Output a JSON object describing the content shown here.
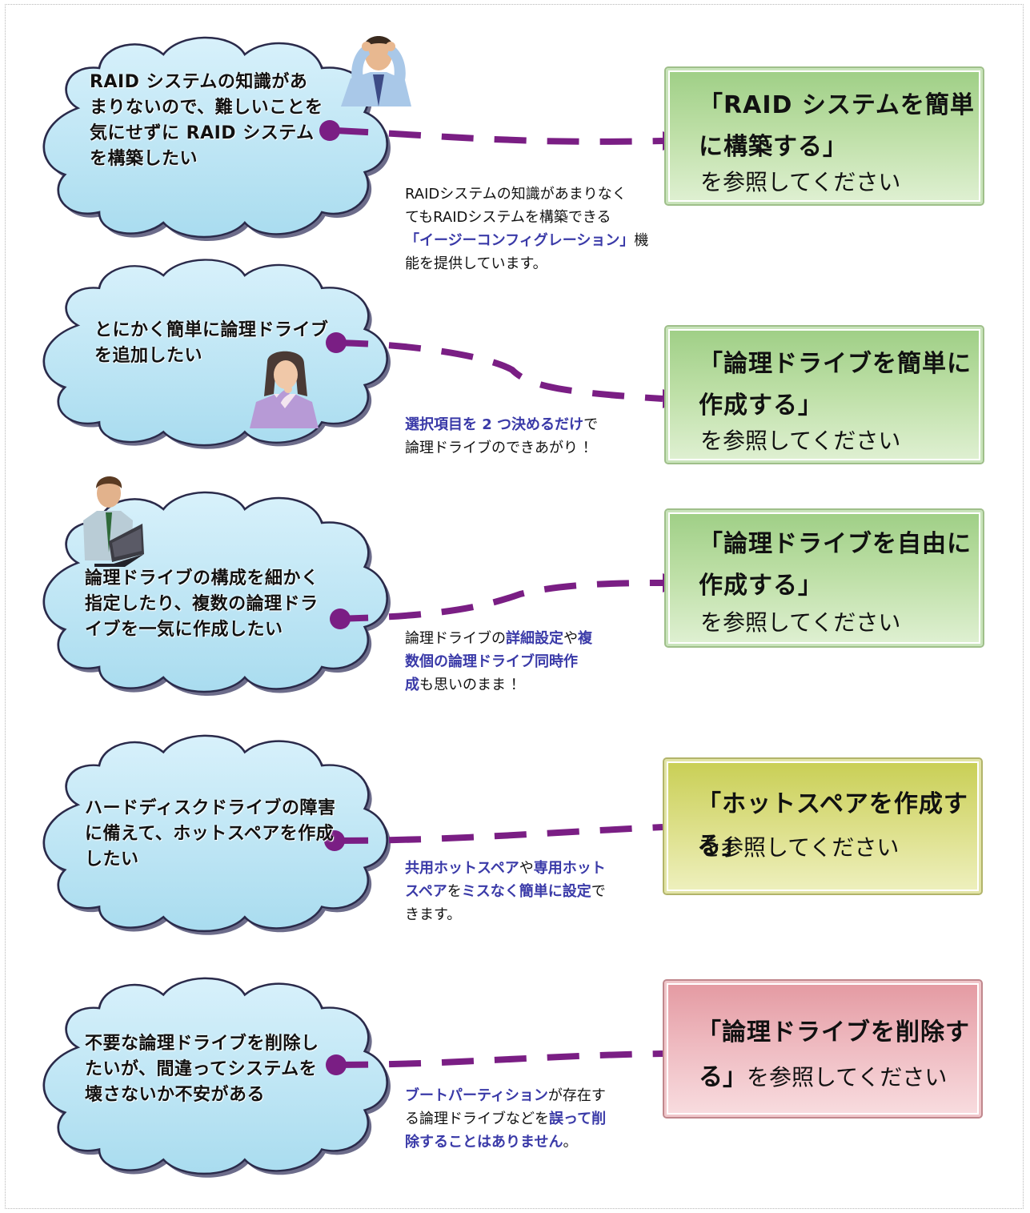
{
  "rows": [
    {
      "question": [
        "RAID システムの知識があ",
        "まりないので、難しいことを",
        "気にせずに RAID システム",
        "を構築したい"
      ],
      "box_title": [
        "「RAID システムを簡単",
        "に構築する」"
      ],
      "box_ref": "を参照してください",
      "desc": [
        [
          {
            "t": "RAIDシステムの知識があまりなく",
            "hl": false
          }
        ],
        [
          {
            "t": "てもRAIDシステムを構築できる",
            "hl": false
          }
        ],
        [
          {
            "t": "「イージーコンフィグレーション」",
            "hl": true
          },
          {
            "t": "機",
            "hl": false
          }
        ],
        [
          {
            "t": "能を提供しています。",
            "hl": false
          }
        ]
      ]
    },
    {
      "question": [
        "とにかく簡単に論理ドライブ",
        "を追加したい"
      ],
      "box_title": [
        "「論理ドライブを簡単に",
        "作成する」"
      ],
      "box_ref": "を参照してください",
      "desc": [
        [
          {
            "t": "選択項目を 2 つ決めるだけ",
            "hl": true
          },
          {
            "t": "で",
            "hl": false
          }
        ],
        [
          {
            "t": "論理ドライブのできあがり ！",
            "hl": false
          }
        ]
      ]
    },
    {
      "question": [
        "論理ドライブの構成を細かく",
        "指定したり、複数の論理ドラ",
        "イブを一気に作成したい"
      ],
      "box_title": [
        "「論理ドライブを自由に",
        "作成する」"
      ],
      "box_ref": "を参照してください",
      "desc": [
        [
          {
            "t": "論理ドライブの",
            "hl": false
          },
          {
            "t": "詳細設定",
            "hl": true
          },
          {
            "t": "や",
            "hl": false
          },
          {
            "t": "複",
            "hl": true
          }
        ],
        [
          {
            "t": "数個の論理ドライブ同時作",
            "hl": true
          }
        ],
        [
          {
            "t": "成",
            "hl": true
          },
          {
            "t": "も思いのまま ！",
            "hl": false
          }
        ]
      ]
    },
    {
      "question": [
        "ハードディスクドライブの障害",
        "に備えて、ホットスペアを作成",
        "したい"
      ],
      "box_title": [
        "「ホットスペアを作成する」"
      ],
      "box_ref": "を参照してください",
      "desc": [
        [
          {
            "t": "共用ホットスペア",
            "hl": true
          },
          {
            "t": "や",
            "hl": false
          },
          {
            "t": "専用ホット",
            "hl": true
          }
        ],
        [
          {
            "t": "スペア",
            "hl": true
          },
          {
            "t": "を",
            "hl": false
          },
          {
            "t": "ミスなく簡単に設定",
            "hl": true
          },
          {
            "t": "で",
            "hl": false
          }
        ],
        [
          {
            "t": "きます。",
            "hl": false
          }
        ]
      ]
    },
    {
      "question": [
        "不要な論理ドライブを削除し",
        "たいが、間違ってシステムを",
        "壊さないか不安がある"
      ],
      "box_title": [
        "「論理ドライブを削除す"
      ],
      "box_ref_mixed": [
        {
          "t": "る」",
          "bold": true
        },
        {
          "t": "を参照してください",
          "bold": false
        }
      ],
      "desc": [
        [
          {
            "t": "ブートパーティション",
            "hl": true
          },
          {
            "t": "が存在す",
            "hl": false
          }
        ],
        [
          {
            "t": "る論理ドライブなどを",
            "hl": false
          },
          {
            "t": "誤って削",
            "hl": true
          }
        ],
        [
          {
            "t": "除することはありません",
            "hl": true
          },
          {
            "t": "。",
            "hl": false
          }
        ]
      ]
    }
  ],
  "colors": {
    "cloud_fill": "#bfe6f5",
    "cloud_stroke": "#2a2a4a",
    "connector": "#7a1e84",
    "highlight": "#3a3aa8",
    "green_box": "#9fcf86",
    "yellow_box": "#c9cf55",
    "pink_box": "#e49aa2"
  },
  "icons": [
    "worried-man-icon",
    "thinking-woman-icon",
    "man-with-laptop-icon"
  ]
}
